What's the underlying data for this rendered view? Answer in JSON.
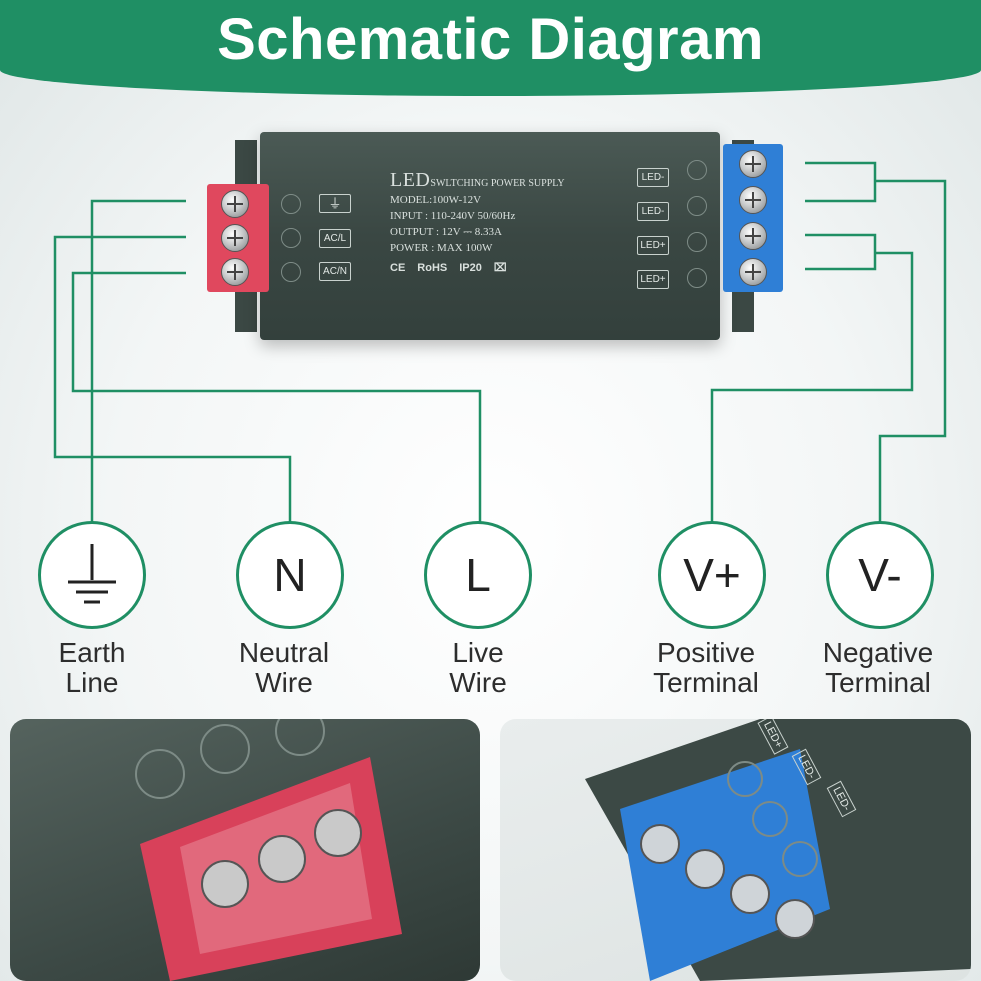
{
  "title": "Schematic Diagram",
  "psu": {
    "brand": "LED",
    "subtitle": "SWLTCHING POWER SUPPLY",
    "model": "MODEL:100W-12V",
    "input": "INPUT : 110-240V 50/60Hz",
    "output": "OUTPUT : 12V ⎓ 8.33A",
    "power": "POWER : MAX 100W",
    "certs": [
      "CE",
      "RoHS",
      "IP20"
    ],
    "input_terminals": [
      "AC/L",
      "AC/N"
    ],
    "output_terminals": [
      "LED-",
      "LED-",
      "LED+",
      "LED+"
    ]
  },
  "nodes": [
    {
      "symbol": "",
      "label_line1": "Earth",
      "label_line2": "Line"
    },
    {
      "symbol": "N",
      "label_line1": "Neutral",
      "label_line2": "Wire"
    },
    {
      "symbol": "L",
      "label_line1": "Live",
      "label_line2": "Wire"
    },
    {
      "symbol": "V+",
      "label_line1": "Positive",
      "label_line2": "Terminal"
    },
    {
      "symbol": "V-",
      "label_line1": "Negative",
      "label_line2": "Terminal"
    }
  ],
  "photo_right_labels": [
    "LED+",
    "LED-",
    "LED-"
  ],
  "colors": {
    "accent": "#1f8f64",
    "input_block": "#e0485e",
    "output_block": "#2f7fd6",
    "psu_body": "#3d4a46"
  }
}
